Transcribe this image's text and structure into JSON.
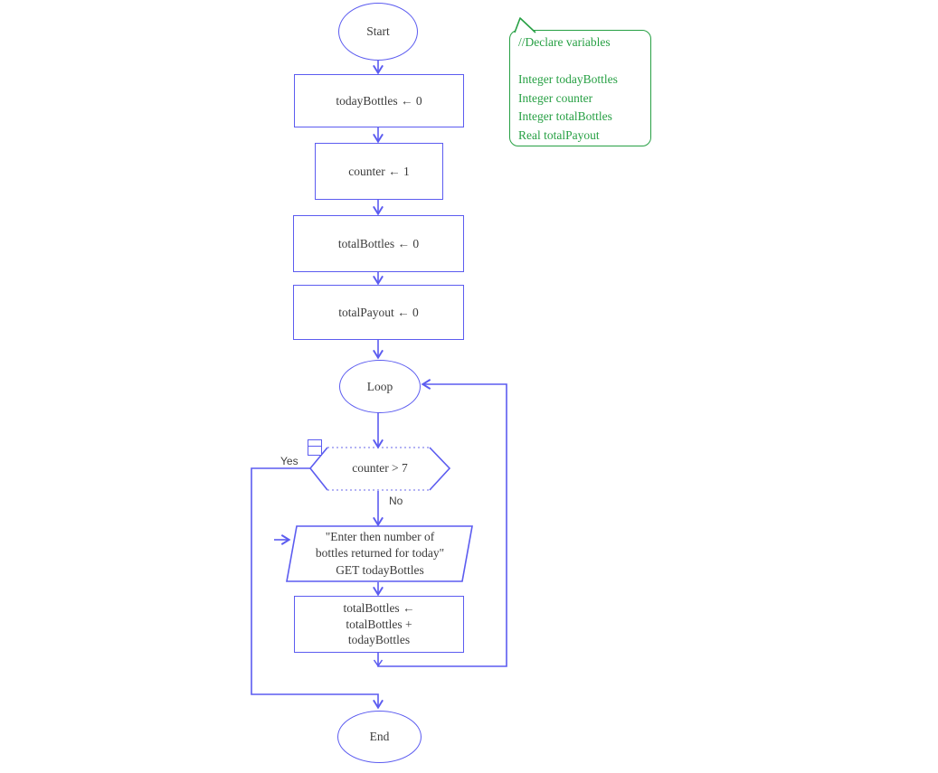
{
  "colors": {
    "line": "#5c5cf0",
    "line_light": "#9a9af0",
    "ink": "#3b3b3b",
    "green": "#27a044",
    "background": "#ffffff"
  },
  "flowchart": {
    "start": "Start",
    "set_today_bottles": "todayBottles ← 0",
    "set_counter": "counter ← 1",
    "set_total_bottles": "totalBottles ← 0",
    "set_total_payout": "totalPayout ← 0",
    "loop": "Loop",
    "condition": "counter > 7",
    "yes_label": "Yes",
    "no_label": "No",
    "input": "\"Enter then number of\nbottles returned for today\"\nGET todayBottles",
    "accumulate": "totalBottles ←\ntotalBottles +\ntodayBottles",
    "end": "End"
  },
  "comment": "//Declare variables\n\nInteger todayBottles\nInteger counter\nInteger totalBottles\nReal totalPayout"
}
